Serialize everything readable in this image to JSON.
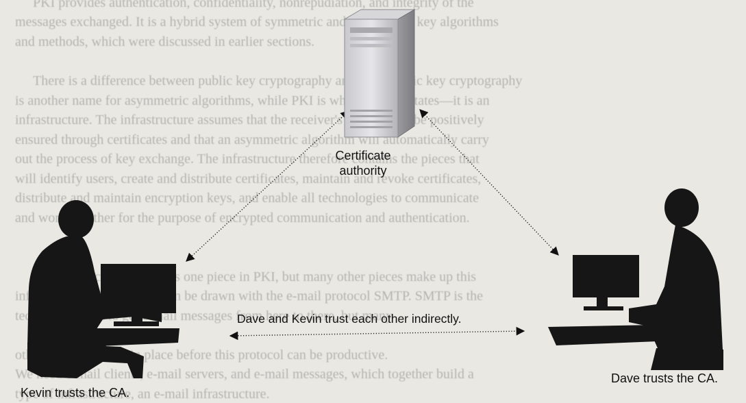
{
  "diagram": {
    "nodes": {
      "ca": {
        "label_line1": "Certificate",
        "label_line2": "authority"
      },
      "kevin": {
        "caption": "Kevin trusts the CA."
      },
      "dave": {
        "caption": "Dave trusts the CA."
      }
    },
    "edges": [
      {
        "from": "kevin",
        "to": "ca",
        "style": "double-arrow"
      },
      {
        "from": "dave",
        "to": "ca",
        "style": "double-arrow"
      },
      {
        "from": "kevin",
        "to": "dave",
        "style": "double-arrow",
        "label": "Dave and Kevin trust each other indirectly."
      }
    ]
  },
  "background_text": [
    "PKI provides authentication, confidentiality, nonrepudiation, and integrity of the",
    "messages exchanged. It is a hybrid system of symmetric and asymmetric key algorithms",
    "and methods, which were discussed in earlier sections.",
    "There is a difference between public key cryptography and PKI. Public key cryptography",
    "is another name for asymmetric algorithms, while PKI is what its name states—it is an",
    "infrastructure. The infrastructure assumes that the receiver's identity can be positively",
    "ensured through certificates and that an asymmetric algorithm will automatically carry",
    "out the process of key exchange. The infrastructure therefore contains the pieces that",
    "will identify users, create and distribute certificates, maintain and revoke certificates,",
    "distribute and maintain encryption keys, and enable all technologies to communicate",
    "and work together for the purpose of encrypted communication and authentication.",
    "Public key cryptography is one piece in PKI, but many other pieces make up this",
    "infrastructure. An analogy can be drawn with the e-mail protocol SMTP. SMTP is the",
    "technology used to get e-mail messages from here to there, but many",
    "other things must be in place before this protocol can be productive.",
    "We need e-mail clients, e-mail servers, and e-mail messages, which together build a",
    "type of infrastructure, an e-mail infrastructure."
  ]
}
